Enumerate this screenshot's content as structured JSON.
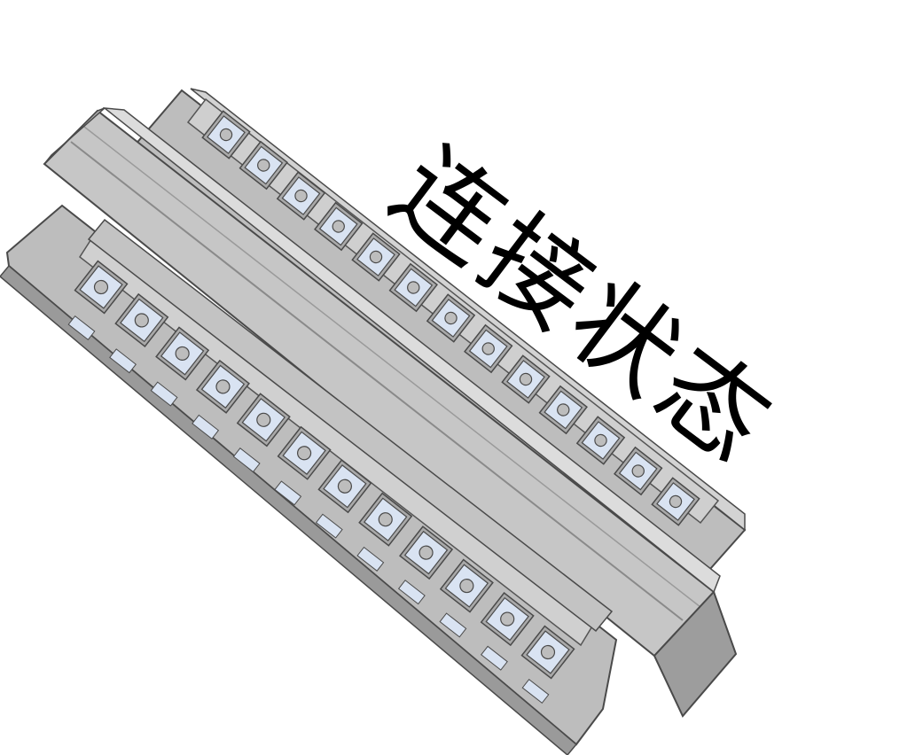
{
  "caption": "连接状态",
  "colors": {
    "background": "#ffffff",
    "body_light": "#c9c9c9",
    "body_mid": "#a9a9a9",
    "body_dark": "#7f7f7f",
    "edge": "#4a4a4a",
    "contact_fill": "#d9e3f2",
    "contact_hole": "#bdbdbd",
    "text": "#000000"
  },
  "contacts": {
    "upper_row_count": 13,
    "lower_row_count": 12
  }
}
